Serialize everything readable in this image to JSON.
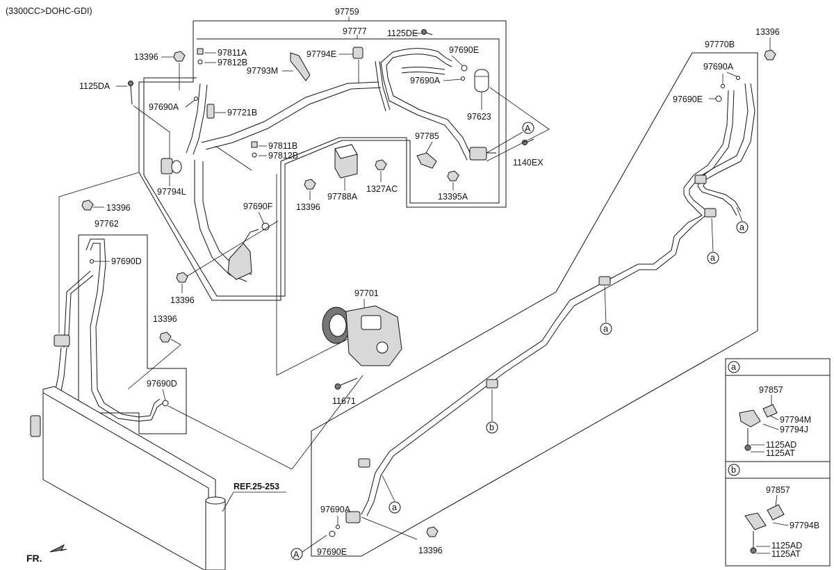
{
  "header": {
    "engine": "(3300CC>DOHC-GDI)"
  },
  "labels": {
    "p97759": "97759",
    "p97777": "97777",
    "p1125DE": "1125DE",
    "p13396_a": "13396",
    "p97811A": "97811A",
    "p97812B_a": "97812B",
    "p97794E": "97794E",
    "p97793M": "97793M",
    "p97690E_a": "97690E",
    "p97690A_a": "97690A",
    "p1125DA": "1125DA",
    "p97690A_b": "97690A",
    "p97721B": "97721B",
    "p97623": "97623",
    "p97811B": "97811B",
    "p97812B_b": "97812B",
    "p97785": "97785",
    "p1140EX": "1140EX",
    "p97794L": "97794L",
    "p13396_b": "13396",
    "p97788A": "97788A",
    "p1327AC": "1327AC",
    "p13395A": "13395A",
    "p13396_c": "13396",
    "p97762": "97762",
    "p97690D_a": "97690D",
    "p97690F": "97690F",
    "p13396_d": "13396",
    "p13396_e": "13396",
    "p97701": "97701",
    "p97690D_b": "97690D",
    "p11671": "11671",
    "p13396_f": "13396",
    "p97770B": "97770B",
    "p97690A_c": "97690A",
    "p97690E_b": "97690E",
    "p97690A_d": "97690A",
    "p97690E_c": "97690E",
    "p13396_g": "13396",
    "ref": "REF.25-253",
    "fr": "FR."
  },
  "callouts": {
    "a": "a",
    "b": "b",
    "A": "A"
  },
  "detail_a": {
    "tag": "a",
    "parts": [
      "97857",
      "97794M",
      "97794J",
      "1125AD",
      "1125AT"
    ]
  },
  "detail_b": {
    "tag": "b",
    "parts": [
      "97857",
      "97794B",
      "1125AD",
      "1125AT"
    ]
  }
}
